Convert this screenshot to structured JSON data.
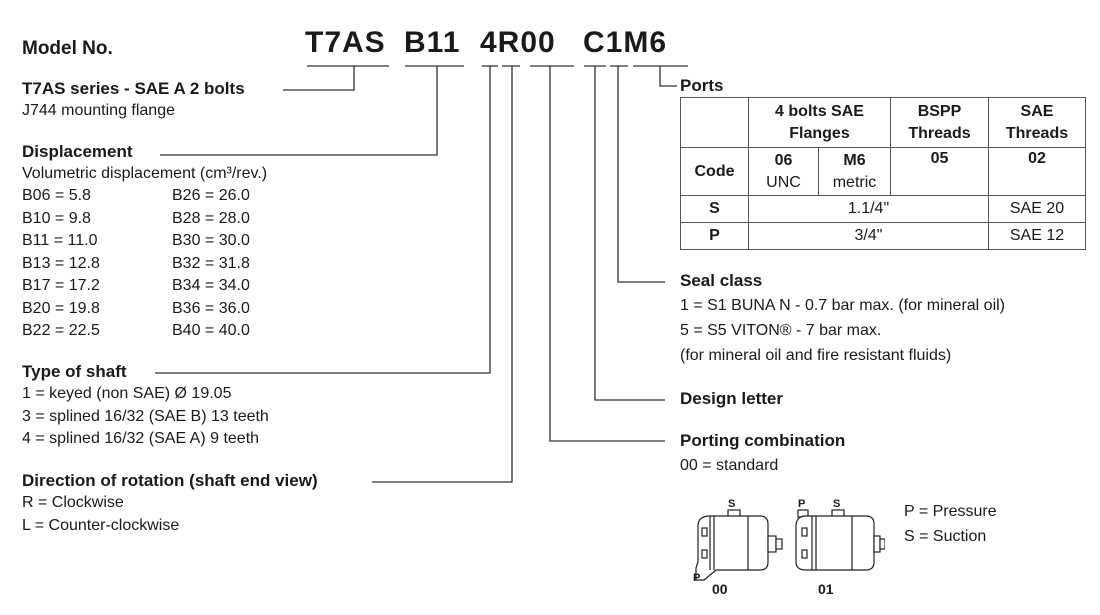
{
  "title": "Model No.",
  "model_code": {
    "seg1": "T7AS",
    "seg2": "B11",
    "seg3": "4R00",
    "seg4": "C1M6"
  },
  "series": {
    "heading": "T7AS series - SAE A 2 bolts",
    "line1": "J744 mounting flange"
  },
  "displacement": {
    "heading": "Displacement",
    "subheading": "Volumetric displacement (cm³/rev.)",
    "col1": [
      "B06 = 5.8",
      "B10 = 9.8",
      "B11 = 11.0",
      "B13 = 12.8",
      "B17 = 17.2",
      "B20 = 19.8",
      "B22 = 22.5"
    ],
    "col2": [
      "B26 = 26.0",
      "B28 = 28.0",
      "B30 = 30.0",
      "B32 = 31.8",
      "B34 = 34.0",
      "B36 = 36.0",
      "B40 = 40.0"
    ]
  },
  "shaft": {
    "heading": "Type of shaft",
    "items": [
      "1 = keyed (non SAE) Ø 19.05",
      "3 = splined 16/32 (SAE B) 13 teeth",
      "4 = splined 16/32 (SAE A) 9 teeth"
    ]
  },
  "rotation": {
    "heading": "Direction of rotation (shaft end view)",
    "items": [
      "R = Clockwise",
      "L = Counter-clockwise"
    ]
  },
  "ports": {
    "heading": "Ports",
    "hdr_flanges_1": "4 bolts SAE",
    "hdr_flanges_2": "Flanges",
    "hdr_bspp_1": "BSPP",
    "hdr_bspp_2": "Threads",
    "hdr_sae_1": "SAE",
    "hdr_sae_2": "Threads",
    "code_label": "Code",
    "c06": "06",
    "c06_sub": "UNC",
    "cm6": "M6",
    "cm6_sub": "metric",
    "c05": "05",
    "c02": "02",
    "row_s_label": "S",
    "row_s_val": "1.1/4\"",
    "row_s_sae": "SAE 20",
    "row_p_label": "P",
    "row_p_val": "3/4\"",
    "row_p_sae": "SAE 12"
  },
  "seal": {
    "heading": "Seal class",
    "items": [
      "1 = S1 BUNA N - 0.7 bar max. (for mineral oil)",
      "5 = S5 VITON® - 7 bar max.",
      "(for mineral oil and fire resistant fluids)"
    ]
  },
  "design": {
    "heading": "Design letter"
  },
  "porting": {
    "heading": "Porting combination",
    "items": [
      "00 = standard"
    ]
  },
  "legend": {
    "p": "P = Pressure",
    "s": "S = Suction"
  },
  "drawings": {
    "d1_s": "S",
    "d1_p": "P",
    "d1_label": "00",
    "d2_p": "P",
    "d2_s": "S",
    "d2_label": "01"
  }
}
